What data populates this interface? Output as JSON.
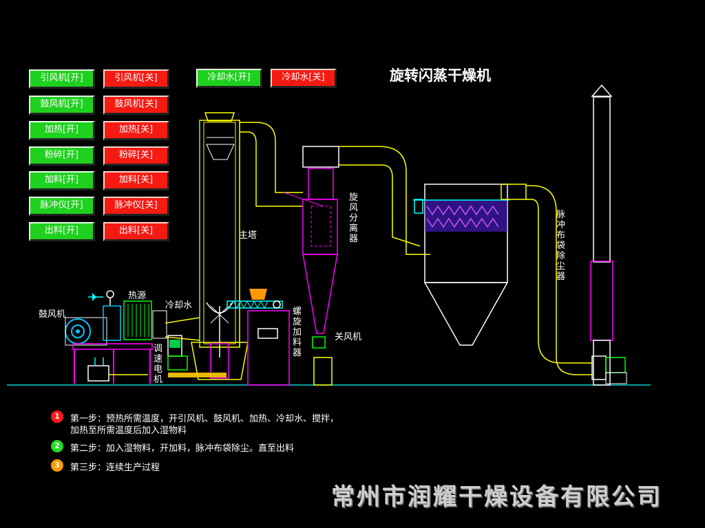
{
  "title": "旋转闪蒸干燥机",
  "buttons": [
    {
      "on": "引风机[开]",
      "off": "引风机[关]"
    },
    {
      "on": "鼓风机[开]",
      "off": "鼓风机[关]"
    },
    {
      "on": "加热[开]",
      "off": "加热[关]"
    },
    {
      "on": "粉碎[开]",
      "off": "粉碎[关]"
    },
    {
      "on": "加料[开]",
      "off": "加料[关]"
    },
    {
      "on": "脉冲仪[开]",
      "off": "脉冲仪[关]"
    },
    {
      "on": "出料[开]",
      "off": "出料[关]"
    }
  ],
  "cooling": {
    "on": "冷却水[开]",
    "off": "冷却水[关]"
  },
  "labels": {
    "blower": "鼓风机",
    "heat_source": "热源",
    "cooling_water": "冷却水",
    "main_tower": "主塔",
    "speed_motor": "调速电机",
    "cyclone": "旋风分离器",
    "screw_feeder": "螺旋加料器",
    "rotary_valve": "关风机",
    "bag_filter": "脉冲布袋除尘器"
  },
  "steps": [
    {
      "num": "1",
      "color": "#ff1a1a",
      "line1": "第一步：预热所需温度，开引风机、鼓风机、加热、冷却水、搅拌，",
      "line2": "加热至所需温度后加入湿物料"
    },
    {
      "num": "2",
      "color": "#22dd22",
      "line1": "第二步：加入湿物料，开加料，脉冲布袋除尘。直至出料"
    },
    {
      "num": "3",
      "color": "#ff9900",
      "line1": "第三步：连续生产过程"
    }
  ],
  "company": "常州市润耀干燥设备有限公司"
}
